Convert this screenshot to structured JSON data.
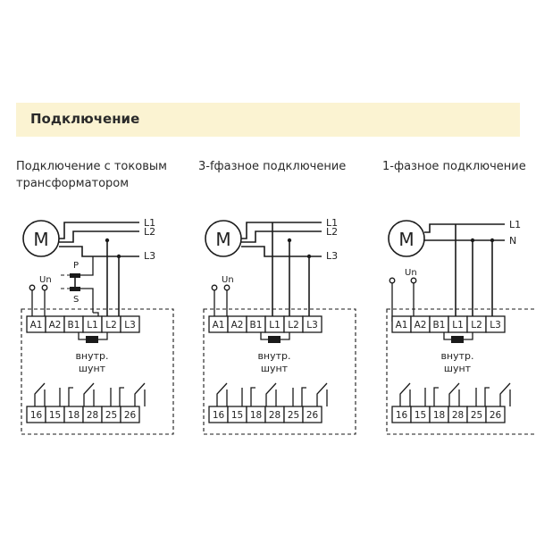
{
  "header": {
    "title": "Подключение"
  },
  "captions": {
    "ct": "Подключение с токовым трансформатором",
    "three_phase": "3-fфазное подключение",
    "single_phase": "1-фазное подключение"
  },
  "motor_label": "M",
  "un_label": "Un",
  "shunt_label_line1": "внутр.",
  "shunt_label_line2": "шунт",
  "ct_labels": {
    "p": "P",
    "s": "S"
  },
  "lines_3ph": [
    "L1",
    "L2",
    "L3"
  ],
  "lines_1ph": [
    "L1",
    "N"
  ],
  "top_terminals": [
    "A1",
    "A2",
    "B1",
    "L1",
    "L2",
    "L3"
  ],
  "bottom_terminals": [
    "16",
    "15",
    "18",
    "28",
    "25",
    "26"
  ]
}
